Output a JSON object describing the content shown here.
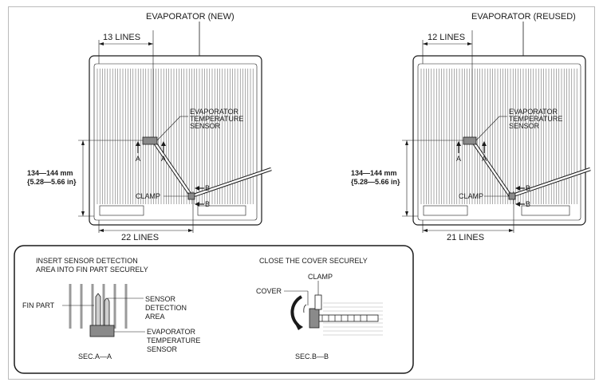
{
  "left_panel": {
    "title": "EVAPORATOR (NEW)",
    "top_lines": "13 LINES",
    "bottom_lines": "22 LINES",
    "sensor_label": [
      "EVAPORATOR",
      "TEMPERATURE",
      "SENSOR"
    ],
    "clamp_label": "CLAMP",
    "dimension_mm": "134—144 mm",
    "dimension_in": "{5.28—5.66 in}",
    "arrow_a": "A",
    "arrow_b": "B"
  },
  "right_panel": {
    "title": "EVAPORATOR (REUSED)",
    "top_lines": "12 LINES",
    "bottom_lines": "21 LINES",
    "sensor_label": [
      "EVAPORATOR",
      "TEMPERATURE",
      "SENSOR"
    ],
    "clamp_label": "CLAMP",
    "dimension_mm": "134—144 mm",
    "dimension_in": "{5.28—5.66 in}",
    "arrow_a": "A",
    "arrow_b": "B"
  },
  "detail_box": {
    "sec_a": {
      "instruction": [
        "INSERT SENSOR DETECTION",
        "AREA INTO FIN PART SECURELY"
      ],
      "fin_part": "FIN PART",
      "detection_area": [
        "SENSOR",
        "DETECTION",
        "AREA"
      ],
      "sensor": [
        "EVAPORATOR",
        "TEMPERATURE",
        "SENSOR"
      ],
      "caption": "SEC.A—A"
    },
    "sec_b": {
      "instruction": "CLOSE THE COVER SECURELY",
      "clamp": "CLAMP",
      "cover": "COVER",
      "caption": "SEC.B—B"
    }
  },
  "colors": {
    "line": "#1a1a1a",
    "fin": "#9a9a9a",
    "sensor": "#8a8a8a"
  }
}
